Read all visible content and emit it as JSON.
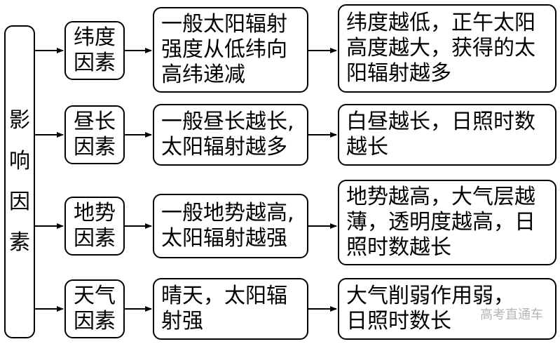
{
  "root": {
    "label": "影\n响\n因\n素"
  },
  "rows": [
    {
      "factor": "纬度\n因素",
      "description": "一般太阳辐射\n强度从低纬向\n高纬递减",
      "effect": "纬度越低，正午太阳\n高度越大，获得的太\n阳辐射越多"
    },
    {
      "factor": "昼长\n因素",
      "description": "一般昼长越长,\n太阳辐射越多",
      "effect": "白昼越长，日照时数\n越长"
    },
    {
      "factor": "地势\n因素",
      "description": "一般地势越高,\n太阳辐射越强",
      "effect": "地势越高，大气层越\n薄，透明度越高，日\n照时数越长"
    },
    {
      "factor": "天气\n因素",
      "description": "晴天，太阳辐\n射强",
      "effect": "大气削弱作用弱，\n日照时数长"
    }
  ],
  "watermark": "高考直通车"
}
